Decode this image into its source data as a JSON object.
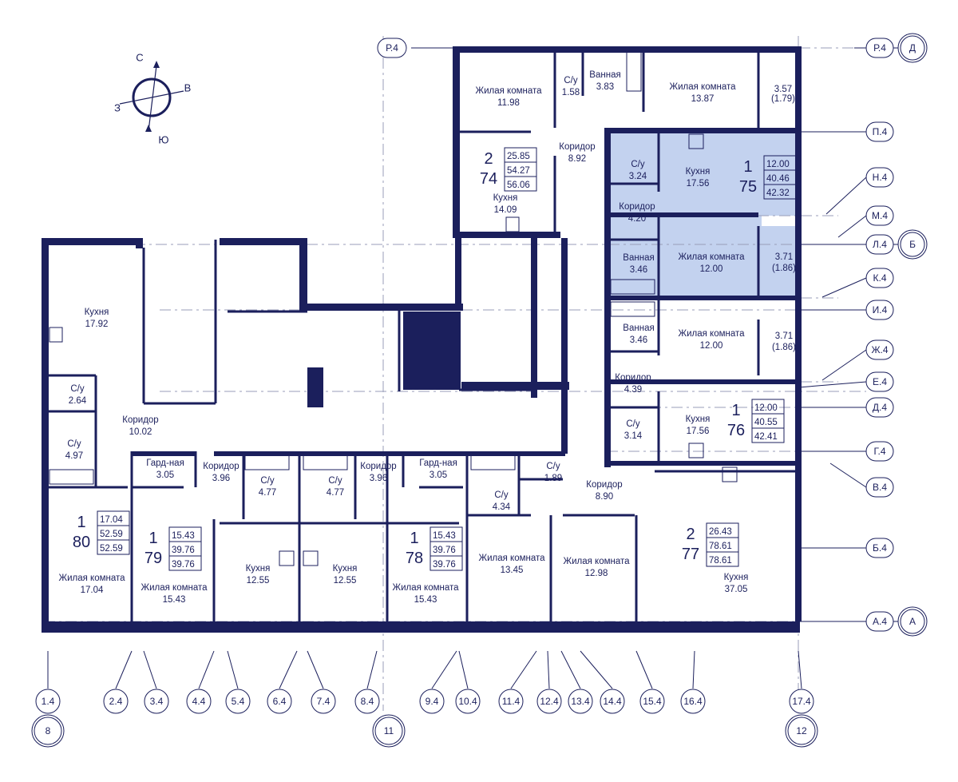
{
  "compass": {
    "north": "С",
    "east": "В",
    "south": "Ю",
    "west": "З"
  },
  "axes_right": [
    {
      "label": "Р.4"
    },
    {
      "label": "П.4"
    },
    {
      "label": "Н.4"
    },
    {
      "label": "М.4"
    },
    {
      "label": "Л.4"
    },
    {
      "label": "К.4"
    },
    {
      "label": "И.4"
    },
    {
      "label": "Ж.4"
    },
    {
      "label": "Е.4"
    },
    {
      "label": "Д.4"
    },
    {
      "label": "Г.4"
    },
    {
      "label": "В.4"
    },
    {
      "label": "Б.4"
    },
    {
      "label": "А.4"
    }
  ],
  "axes_right_main": [
    {
      "label": "Д"
    },
    {
      "label": "Б"
    },
    {
      "label": "А"
    }
  ],
  "axis_left_top": "Р.4",
  "axes_bottom": [
    {
      "label": "1.4"
    },
    {
      "label": "2.4"
    },
    {
      "label": "3.4"
    },
    {
      "label": "4.4"
    },
    {
      "label": "5.4"
    },
    {
      "label": "6.4"
    },
    {
      "label": "7.4"
    },
    {
      "label": "8.4"
    },
    {
      "label": "9.4"
    },
    {
      "label": "10.4"
    },
    {
      "label": "11.4"
    },
    {
      "label": "12.4"
    },
    {
      "label": "13.4"
    },
    {
      "label": "14.4"
    },
    {
      "label": "15.4"
    },
    {
      "label": "16.4"
    },
    {
      "label": "17.4"
    }
  ],
  "axes_bottom_main": [
    {
      "label": "8"
    },
    {
      "label": "11"
    },
    {
      "label": "12"
    }
  ],
  "apartments": [
    {
      "number": "74",
      "rooms": "2",
      "living": "25.85",
      "total": "54.27",
      "total_balc": "56.06",
      "highlight": false
    },
    {
      "number": "75",
      "rooms": "1",
      "living": "12.00",
      "total": "40.46",
      "total_balc": "42.32",
      "highlight": true
    },
    {
      "number": "76",
      "rooms": "1",
      "living": "12.00",
      "total": "40.55",
      "total_balc": "42.41",
      "highlight": false
    },
    {
      "number": "77",
      "rooms": "2",
      "living": "26.43",
      "total": "78.61",
      "total_balc": "78.61",
      "highlight": false
    },
    {
      "number": "78",
      "rooms": "1",
      "living": "15.43",
      "total": "39.76",
      "total_balc": "39.76",
      "highlight": false
    },
    {
      "number": "79",
      "rooms": "1",
      "living": "15.43",
      "total": "39.76",
      "total_balc": "39.76",
      "highlight": false
    },
    {
      "number": "80",
      "rooms": "1",
      "living": "17.04",
      "total": "52.59",
      "total_balc": "52.59",
      "highlight": false
    }
  ],
  "rooms": [
    {
      "name": "Жилая комната",
      "area": "11.98"
    },
    {
      "name": "С/у",
      "area": "1.58"
    },
    {
      "name": "Ванная",
      "area": "3.83"
    },
    {
      "name": "Жилая комната",
      "area": "13.87"
    },
    {
      "name": "",
      "area": "3.57"
    },
    {
      "name": "",
      "area": "(1.79)"
    },
    {
      "name": "Коридор",
      "area": "8.92"
    },
    {
      "name": "Кухня",
      "area": "14.09"
    },
    {
      "name": "С/у",
      "area": "3.24"
    },
    {
      "name": "Кухня",
      "area": "17.56"
    },
    {
      "name": "Коридор",
      "area": "4.20"
    },
    {
      "name": "Ванная",
      "area": "3.46"
    },
    {
      "name": "Жилая комната",
      "area": "12.00"
    },
    {
      "name": "",
      "area": "3.71"
    },
    {
      "name": "",
      "area": "(1.86)"
    },
    {
      "name": "Ванная",
      "area": "3.46"
    },
    {
      "name": "Жилая комната",
      "area": "12.00"
    },
    {
      "name": "",
      "area": "3.71"
    },
    {
      "name": "",
      "area": "(1.86)"
    },
    {
      "name": "Коридор",
      "area": "4.39"
    },
    {
      "name": "С/у",
      "area": "3.14"
    },
    {
      "name": "Кухня",
      "area": "17.56"
    },
    {
      "name": "Кухня",
      "area": "17.92"
    },
    {
      "name": "С/у",
      "area": "2.64"
    },
    {
      "name": "Коридор",
      "area": "10.02"
    },
    {
      "name": "С/у",
      "area": "4.97"
    },
    {
      "name": "Гард-ная",
      "area": "3.05"
    },
    {
      "name": "Коридор",
      "area": "3.96"
    },
    {
      "name": "С/у",
      "area": "4.77"
    },
    {
      "name": "С/у",
      "area": "4.77"
    },
    {
      "name": "Коридор",
      "area": "3.96"
    },
    {
      "name": "Гард-ная",
      "area": "3.05"
    },
    {
      "name": "С/у",
      "area": "1.89"
    },
    {
      "name": "С/у",
      "area": "4.34"
    },
    {
      "name": "Коридор",
      "area": "8.90"
    },
    {
      "name": "Жилая комната",
      "area": "17.04"
    },
    {
      "name": "Жилая комната",
      "area": "15.43"
    },
    {
      "name": "Кухня",
      "area": "12.55"
    },
    {
      "name": "Кухня",
      "area": "12.55"
    },
    {
      "name": "Жилая комната",
      "area": "15.43"
    },
    {
      "name": "Жилая комната",
      "area": "13.45"
    },
    {
      "name": "Жилая комната",
      "area": "12.98"
    },
    {
      "name": "Кухня",
      "area": "37.05"
    }
  ]
}
